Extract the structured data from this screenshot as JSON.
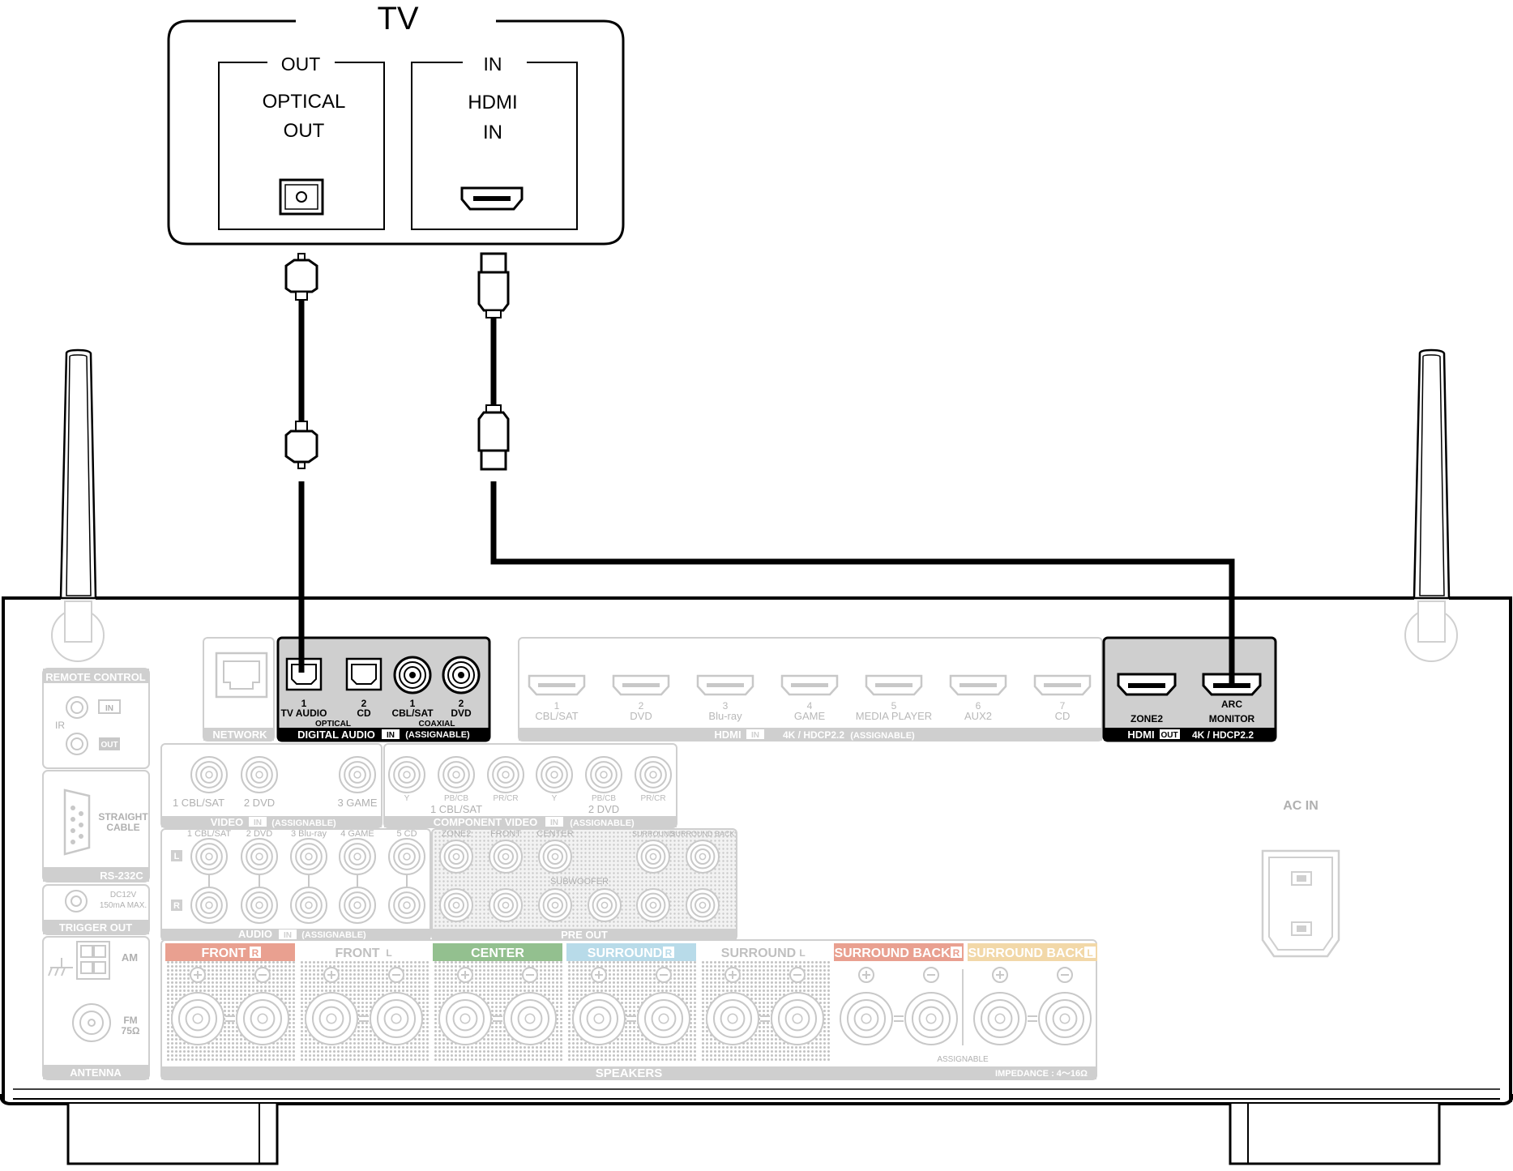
{
  "tv": {
    "title": "TV",
    "out_label": "OUT",
    "in_label": "IN",
    "optical_line1": "OPTICAL",
    "optical_line2": "OUT",
    "hdmi_line1": "HDMI",
    "hdmi_line2": "IN"
  },
  "receiver": {
    "remote_control": "REMOTE CONTROL",
    "ir": "IR",
    "ir_in": "IN",
    "ir_out": "OUT",
    "network": "NETWORK",
    "straight_cable": [
      "STRAIGHT",
      "CABLE"
    ],
    "rs232c": "RS-232C",
    "trigger_spec": [
      "DC12V",
      "150mA MAX."
    ],
    "trigger_out": "TRIGGER OUT",
    "am": "AM",
    "fm": [
      "FM",
      "75Ω"
    ],
    "antenna": "ANTENNA",
    "ac_in": "AC IN",
    "digital_audio": {
      "ports": [
        {
          "num": "1",
          "name": "TV AUDIO"
        },
        {
          "num": "2",
          "name": "CD"
        },
        {
          "num": "1",
          "name": "CBL/SAT"
        },
        {
          "num": "2",
          "name": "DVD"
        }
      ],
      "optical": "OPTICAL",
      "coaxial": "COAXIAL",
      "footer": "DIGITAL AUDIO",
      "in_badge": "IN",
      "assignable": "(ASSIGNABLE)"
    },
    "hdmi_in": {
      "ports": [
        {
          "num": "1",
          "name": "CBL/SAT"
        },
        {
          "num": "2",
          "name": "DVD"
        },
        {
          "num": "3",
          "name": "Blu-ray"
        },
        {
          "num": "4",
          "name": "GAME"
        },
        {
          "num": "5",
          "name": "MEDIA PLAYER"
        },
        {
          "num": "6",
          "name": "AUX2"
        },
        {
          "num": "7",
          "name": "CD"
        }
      ],
      "footer": "HDMI",
      "in_badge": "IN",
      "spec": "4K / HDCP2.2",
      "assignable": "(ASSIGNABLE)"
    },
    "hdmi_out": {
      "zone2": "ZONE2",
      "arc": "ARC",
      "monitor": "MONITOR",
      "footer": "HDMI",
      "out_badge": "OUT",
      "spec": "4K / HDCP2.2"
    },
    "video_in": {
      "labels": [
        "1 CBL/SAT",
        "2 DVD",
        "3 GAME"
      ],
      "footer": "VIDEO",
      "in_badge": "IN",
      "assignable": "(ASSIGNABLE)"
    },
    "component_video": {
      "jacks": [
        "Y",
        "PB/CB",
        "PR/CR",
        "Y",
        "PB/CB",
        "PR/CR"
      ],
      "group1": "1 CBL/SAT",
      "group2": "2 DVD",
      "footer": "COMPONENT VIDEO",
      "in_badge": "IN",
      "assignable": "(ASSIGNABLE)"
    },
    "audio_in": {
      "labels": [
        "1 CBL/SAT",
        "2 DVD",
        "3 Blu-ray",
        "4 GAME",
        "5 CD"
      ],
      "left": "L",
      "right": "R",
      "footer": "AUDIO",
      "in_badge": "IN",
      "assignable": "(ASSIGNABLE)"
    },
    "pre_out": {
      "labels": [
        "ZONE2",
        "FRONT",
        "CENTER",
        "SURROUND",
        "SURROUND BACK"
      ],
      "subwoofer": "SUBWOOFER",
      "footer": "PRE OUT"
    },
    "speakers": {
      "groups": [
        {
          "name": "FRONT",
          "side": "R",
          "color": "#e9a090"
        },
        {
          "name": "FRONT",
          "side": "L",
          "color": "#ffffff"
        },
        {
          "name": "CENTER",
          "side": "",
          "color": "#93c08f"
        },
        {
          "name": "SURROUND",
          "side": "R",
          "color": "#b8dbe9"
        },
        {
          "name": "SURROUND",
          "side": "L",
          "color": "#ffffff"
        },
        {
          "name": "SURROUND BACK",
          "side": "R",
          "color": "#e9a090"
        },
        {
          "name": "SURROUND BACK",
          "side": "L",
          "color": "#f2d8a8"
        }
      ],
      "assignable": "ASSIGNABLE",
      "impedance": "IMPEDANCE : 4～16Ω",
      "footer": "SPEAKERS"
    }
  },
  "colors": {
    "cable": "#000000",
    "faded": "#c8c8c8",
    "highlight_panel": "#cfcfcf"
  }
}
